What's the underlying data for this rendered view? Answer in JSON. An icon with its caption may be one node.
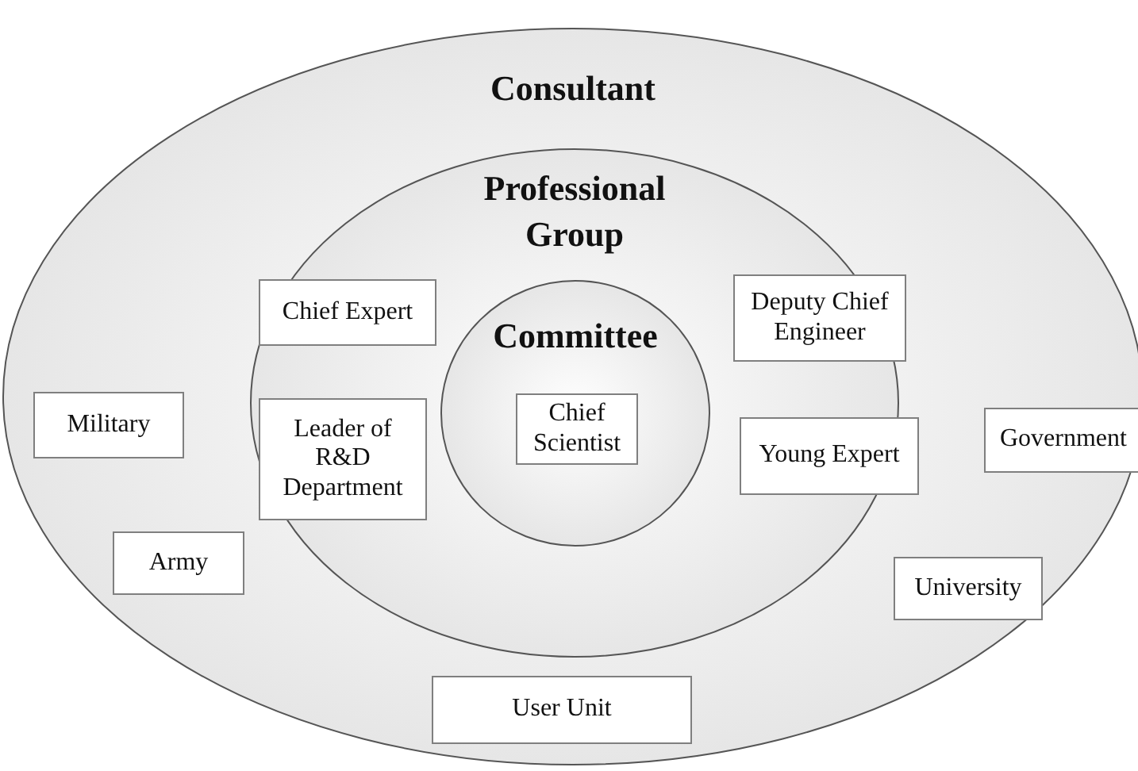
{
  "diagram": {
    "nodes": [
      {
        "text": [
          "Consultant"
        ]
      },
      {
        "text": [
          "Professional Group"
        ],
        "in": 0
      },
      {
        "text": [
          "Chief Expert"
        ],
        "in": 1
      },
      {
        "text": [
          "Committee"
        ],
        "in": 1
      },
      {
        "text": [
          "Deputy Chief Engineer"
        ],
        "in": 1
      },
      {
        "text": [
          "Military"
        ],
        "in": 0
      },
      {
        "text": [
          "Leader of R&D Department"
        ],
        "in": 1
      },
      {
        "text": [
          "Chief Scientist"
        ],
        "in": 3
      },
      {
        "text": [
          "Government"
        ],
        "in": 0
      },
      {
        "text": [
          "Young Expert"
        ],
        "in": 1
      },
      {
        "text": [
          "Army"
        ],
        "in": 0
      },
      {
        "text": [
          "University"
        ],
        "in": 0
      },
      {
        "text": [
          "User Unit"
        ],
        "in": 0
      }
    ]
  }
}
